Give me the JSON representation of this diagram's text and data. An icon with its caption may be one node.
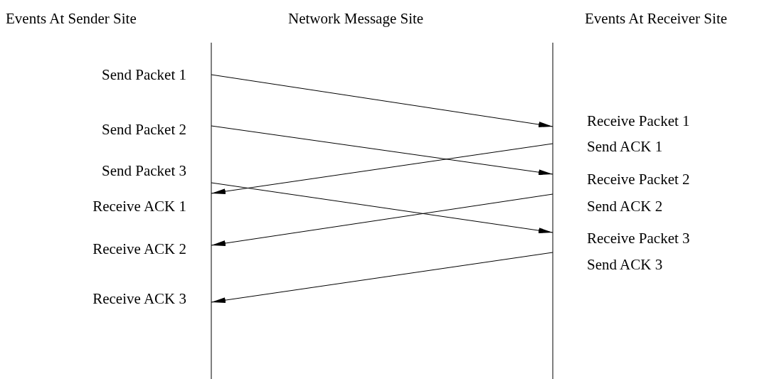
{
  "diagram": {
    "nodes": [
      {
        "text": [
          "Send Packet 1"
        ]
      },
      {
        "text": [
          "Send Packet 2"
        ]
      },
      {
        "text": [
          "Send Packet 3"
        ]
      },
      {
        "text": [
          "Receive ACK 1"
        ]
      },
      {
        "text": [
          "Receive ACK 2"
        ]
      },
      {
        "text": [
          "Receive ACK 3"
        ]
      },
      {
        "text": [
          "Receive Packet 1"
        ]
      },
      {
        "text": [
          "Send ACK 1"
        ]
      },
      {
        "text": [
          "Receive Packet 2"
        ]
      },
      {
        "text": [
          "Send ACK 2"
        ]
      },
      {
        "text": [
          "Receive Packet 3"
        ]
      },
      {
        "text": [
          "Send ACK 3"
        ]
      }
    ],
    "edges": [
      {
        "from": 0,
        "to": 6,
        "arrow": "to"
      },
      {
        "from": 1,
        "to": 8,
        "arrow": "to"
      },
      {
        "from": 7,
        "to": 3,
        "arrow": "to"
      },
      {
        "from": 2,
        "to": 10,
        "arrow": "to"
      },
      {
        "from": 9,
        "to": 4,
        "arrow": "to"
      },
      {
        "from": 11,
        "to": 5,
        "arrow": "to"
      }
    ],
    "labels": [
      "Events At Sender Site",
      "Network Message Site",
      "Events At Receiver Site"
    ]
  }
}
